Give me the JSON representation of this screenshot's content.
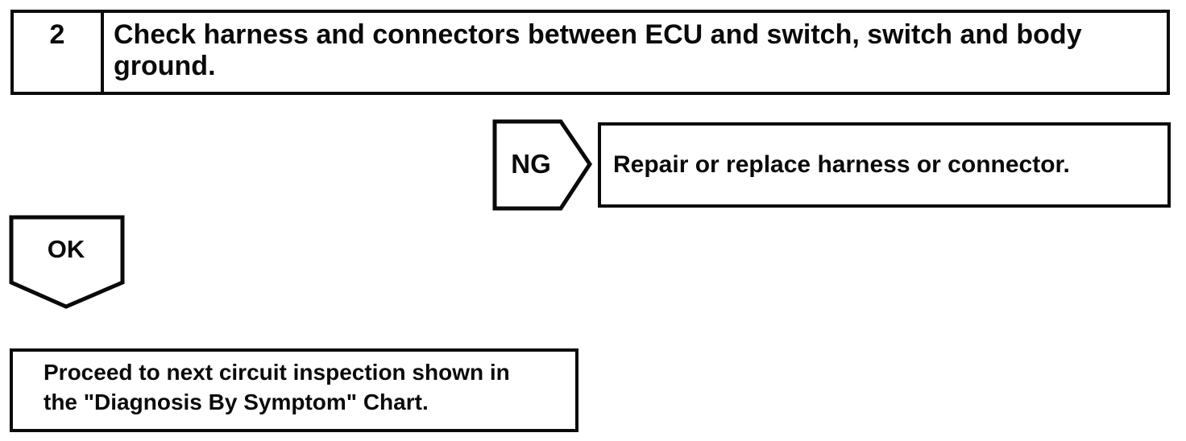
{
  "colors": {
    "ink": "#0a0a0a",
    "background": "#ffffff"
  },
  "step": {
    "number": "2",
    "instruction": "Check harness and connectors between ECU and switch, switch and body ground."
  },
  "ng_branch": {
    "label": "NG",
    "action": "Repair or replace harness or connector."
  },
  "ok_branch": {
    "label": "OK",
    "action": "Proceed to next circuit inspection shown in the \"Diagnosis By Symptom\" Chart."
  }
}
